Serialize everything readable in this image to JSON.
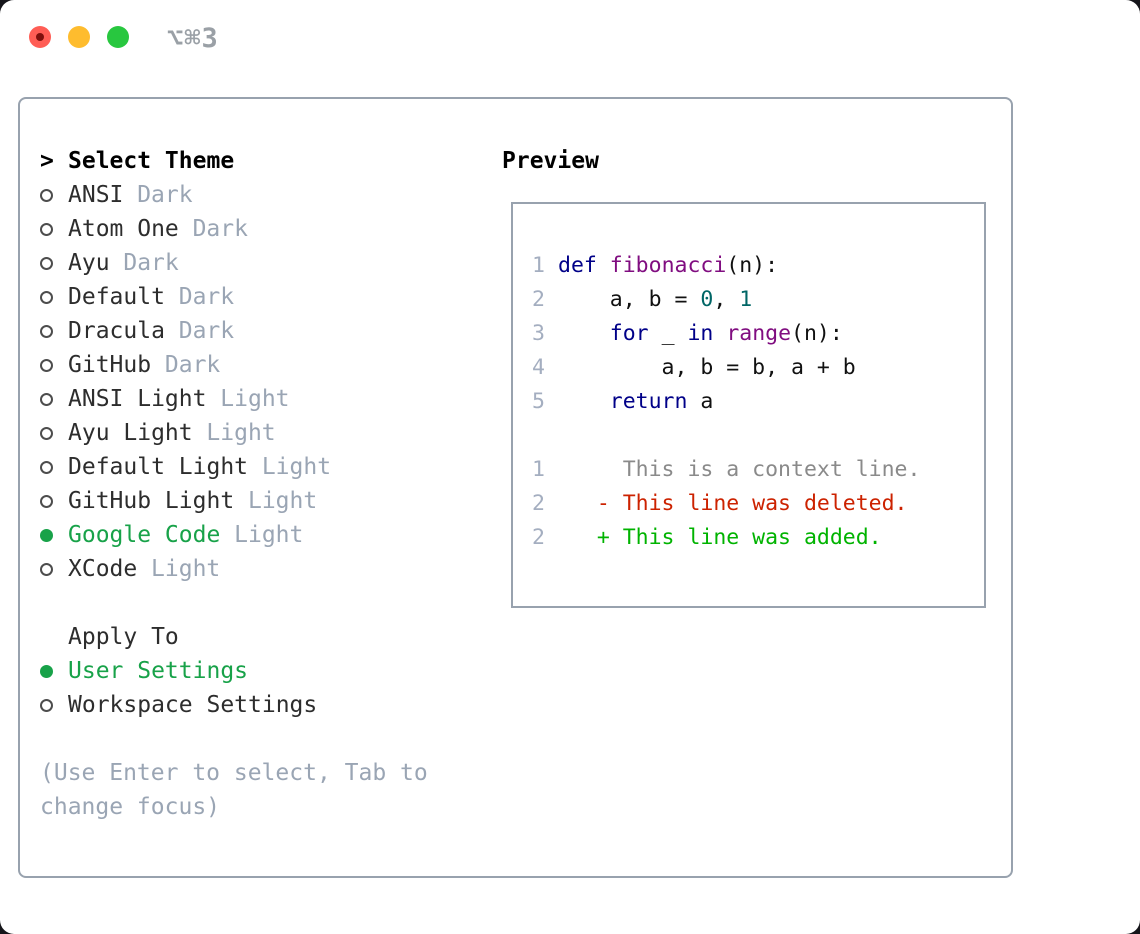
{
  "window": {
    "shortcut_label": "⌥⌘3",
    "traffic_lights": {
      "close": "#ff5d55",
      "close_dot": "#7e100d",
      "minimize": "#febc2e",
      "zoom": "#28c73f"
    }
  },
  "theme_selector": {
    "prompt": ">",
    "title": "Select Theme",
    "themes": [
      {
        "name": "ANSI",
        "variant": "Dark",
        "selected": false
      },
      {
        "name": "Atom One",
        "variant": "Dark",
        "selected": false
      },
      {
        "name": "Ayu",
        "variant": "Dark",
        "selected": false
      },
      {
        "name": "Default",
        "variant": "Dark",
        "selected": false
      },
      {
        "name": "Dracula",
        "variant": "Dark",
        "selected": false
      },
      {
        "name": "GitHub",
        "variant": "Dark",
        "selected": false
      },
      {
        "name": "ANSI Light",
        "variant": "Light",
        "selected": false
      },
      {
        "name": "Ayu Light",
        "variant": "Light",
        "selected": false
      },
      {
        "name": "Default Light",
        "variant": "Light",
        "selected": false
      },
      {
        "name": "GitHub Light",
        "variant": "Light",
        "selected": false
      },
      {
        "name": "Google Code",
        "variant": "Light",
        "selected": true
      },
      {
        "name": "XCode",
        "variant": "Light",
        "selected": false
      }
    ],
    "apply_to": {
      "title": "Apply To",
      "options": [
        {
          "label": "User Settings",
          "selected": true
        },
        {
          "label": "Workspace Settings",
          "selected": false
        }
      ]
    },
    "help_text": "(Use Enter to select, Tab to change focus)"
  },
  "preview": {
    "title": "Preview",
    "code_lines": [
      {
        "number": "1",
        "tokens": [
          [
            "kw",
            "def"
          ],
          [
            "pl",
            " "
          ],
          [
            "fn",
            "fibonacci"
          ],
          [
            "pl",
            "(n):"
          ]
        ]
      },
      {
        "number": "2",
        "tokens": [
          [
            "pl",
            "    a, b = "
          ],
          [
            "num",
            "0"
          ],
          [
            "pl",
            ", "
          ],
          [
            "num",
            "1"
          ]
        ]
      },
      {
        "number": "3",
        "tokens": [
          [
            "pl",
            "    "
          ],
          [
            "kw",
            "for"
          ],
          [
            "pl",
            " _ "
          ],
          [
            "kw",
            "in"
          ],
          [
            "pl",
            " "
          ],
          [
            "fn",
            "range"
          ],
          [
            "pl",
            "(n):"
          ]
        ]
      },
      {
        "number": "4",
        "tokens": [
          [
            "pl",
            "        a, b = b, a + b"
          ]
        ]
      },
      {
        "number": "5",
        "tokens": [
          [
            "pl",
            "    "
          ],
          [
            "kw",
            "return"
          ],
          [
            "pl",
            " a"
          ]
        ]
      },
      {
        "number": "",
        "tokens": []
      },
      {
        "number": "1",
        "tokens": [
          [
            "ctx",
            "     This is a context line."
          ]
        ]
      },
      {
        "number": "2",
        "tokens": [
          [
            "del",
            "   - This line was deleted."
          ]
        ]
      },
      {
        "number": "2",
        "tokens": [
          [
            "add",
            "   + This line was added."
          ]
        ]
      }
    ]
  },
  "colors": {
    "selected_green": "#18a249",
    "muted": "#9aa5b4",
    "line_number": "#a4aec0",
    "keyword": "#000088",
    "function": "#800d80",
    "number_literal": "#006666",
    "plain": "#111111",
    "diff_context": "#8a8a8a",
    "diff_deleted": "#cc2200",
    "diff_added": "#00b300",
    "panel_border": "#98a2ae"
  }
}
